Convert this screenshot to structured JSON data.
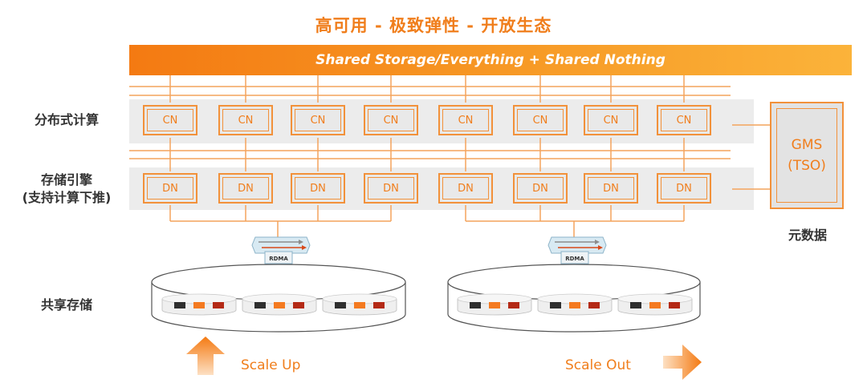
{
  "title": "高可用 - 极致弹性 - 开放生态",
  "banner": "Shared Storage/Everything + Shared Nothing",
  "labels": {
    "compute": "分布式计算",
    "storage_engine_line1": "存储引擎",
    "storage_engine_line2": "(支持计算下推)",
    "shared_storage": "共享存储",
    "metadata": "元数据"
  },
  "cn_label": "CN",
  "dn_label": "DN",
  "gms": {
    "line1": "GMS",
    "line2": "(TSO)"
  },
  "rdma_label": "RDMA",
  "scale_up": "Scale Up",
  "scale_out": "Scale Out",
  "colors": {
    "accent": "#f07e1c",
    "banner_start": "#f47a12",
    "banner_end": "#fbb33a"
  }
}
